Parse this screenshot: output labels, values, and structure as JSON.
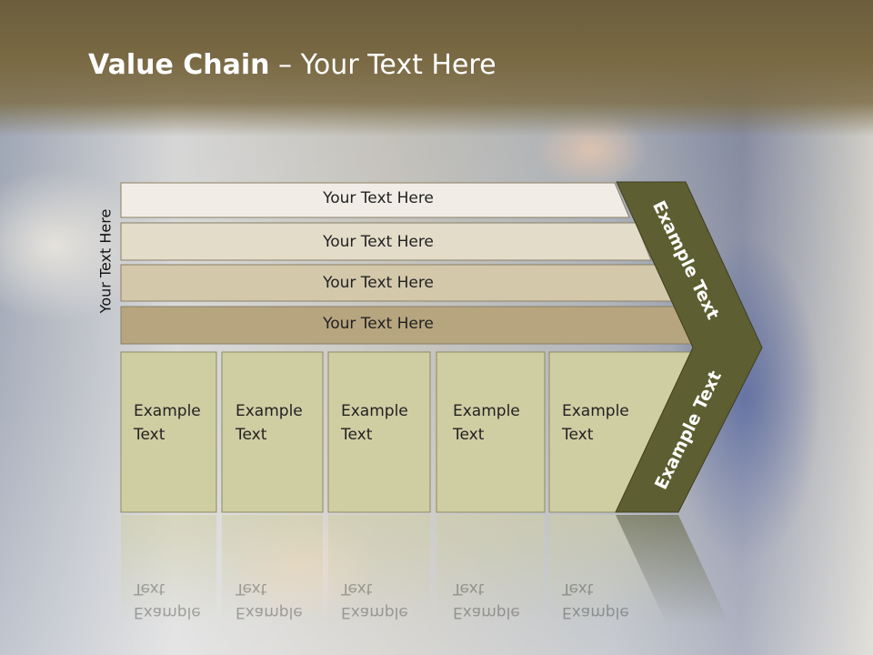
{
  "title": {
    "bold": "Value Chain",
    "rest": " – Your Text Here"
  },
  "side_label": "Your Text Here",
  "bars": [
    "Your Text Here",
    "Your Text Here",
    "Your Text Here",
    "Your Text Here"
  ],
  "cells": [
    "Example\nText",
    "Example\nText",
    "Example\nText",
    "Example\nText",
    "Example\nText"
  ],
  "chevron_top_label": "Example Text",
  "chevron_bottom_label": "Example Text",
  "colors": {
    "bar1": "#f1ede6",
    "bar2": "#e3dcc9",
    "bar3": "#d4c8ab",
    "bar4": "#b7a57f",
    "cell": "#cfcda2",
    "chevron": "#5d5e31",
    "title_band": "#736543"
  }
}
